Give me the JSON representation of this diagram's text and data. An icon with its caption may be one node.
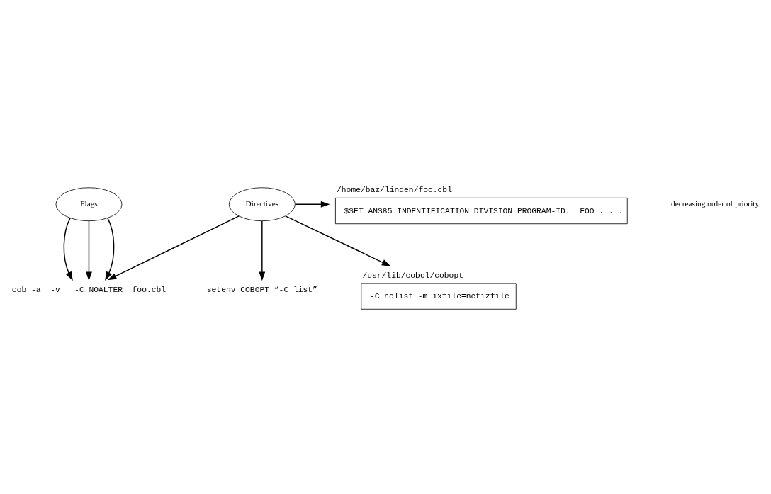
{
  "diagram": {
    "nodes": [
      {
        "text": [
          "/home/baz/linden/foo.cbl",
          "$SET ANS85 INDENTIFICATION DIVISION PROGRAM-ID.  FOO . . ."
        ]
      },
      {
        "text": [
          "Directives"
        ]
      },
      {
        "text": [
          "cob -a  -v   -C NOALTER  foo.cbl"
        ]
      },
      {
        "text": [
          "setenv COBOPT “-C list”"
        ]
      },
      {
        "text": [
          "/usr/lib/cobol/cobopt",
          "-C nolist -m ixfile=netizfile"
        ]
      },
      {
        "text": [
          "Flags"
        ]
      }
    ],
    "edges": [
      {
        "from": 1,
        "to": 0,
        "arrow": "to"
      },
      {
        "from": 1,
        "to": 2,
        "arrow": "to"
      },
      {
        "from": 1,
        "to": 3,
        "arrow": "to"
      },
      {
        "from": 1,
        "to": 4,
        "arrow": "to"
      },
      {
        "from": 5,
        "to": 2,
        "arrow": "to"
      },
      {
        "from": 5,
        "to": 2,
        "arrow": "to"
      },
      {
        "from": 5,
        "to": 2,
        "arrow": "to"
      }
    ],
    "labels": [
      "decreasing order of priority"
    ]
  }
}
